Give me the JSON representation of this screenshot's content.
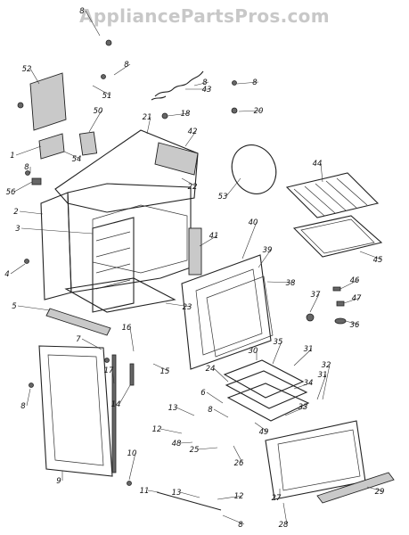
{
  "watermark": "AppliancePartsPros.com",
  "part_labels": [
    {
      "text": "8"
    },
    {
      "text": "52"
    },
    {
      "text": "8"
    },
    {
      "text": "51"
    },
    {
      "text": "8"
    },
    {
      "text": "43"
    },
    {
      "text": "8"
    },
    {
      "text": "20"
    },
    {
      "text": "18"
    },
    {
      "text": "50"
    },
    {
      "text": "21"
    },
    {
      "text": "42"
    },
    {
      "text": "1"
    },
    {
      "text": "54"
    },
    {
      "text": "8"
    },
    {
      "text": "56"
    },
    {
      "text": "22"
    },
    {
      "text": "53"
    },
    {
      "text": "44"
    },
    {
      "text": "2"
    },
    {
      "text": "3"
    },
    {
      "text": "41"
    },
    {
      "text": "40"
    },
    {
      "text": "4"
    },
    {
      "text": "45"
    },
    {
      "text": "39"
    },
    {
      "text": "38"
    },
    {
      "text": "46"
    },
    {
      "text": "5"
    },
    {
      "text": "23"
    },
    {
      "text": "37"
    },
    {
      "text": "47"
    },
    {
      "text": "36"
    },
    {
      "text": "16"
    },
    {
      "text": "7"
    },
    {
      "text": "30"
    },
    {
      "text": "35"
    },
    {
      "text": "31"
    },
    {
      "text": "15"
    },
    {
      "text": "8"
    },
    {
      "text": "17"
    },
    {
      "text": "24"
    },
    {
      "text": "34"
    },
    {
      "text": "32"
    },
    {
      "text": "31"
    },
    {
      "text": "6"
    },
    {
      "text": "14"
    },
    {
      "text": "13"
    },
    {
      "text": "33"
    },
    {
      "text": "8"
    },
    {
      "text": "12"
    },
    {
      "text": "49"
    },
    {
      "text": "48"
    },
    {
      "text": "25"
    },
    {
      "text": "26"
    },
    {
      "text": "9"
    },
    {
      "text": "10"
    },
    {
      "text": "11"
    },
    {
      "text": "13"
    },
    {
      "text": "12"
    },
    {
      "text": "27"
    },
    {
      "text": "29"
    },
    {
      "text": "8"
    },
    {
      "text": "28"
    }
  ]
}
